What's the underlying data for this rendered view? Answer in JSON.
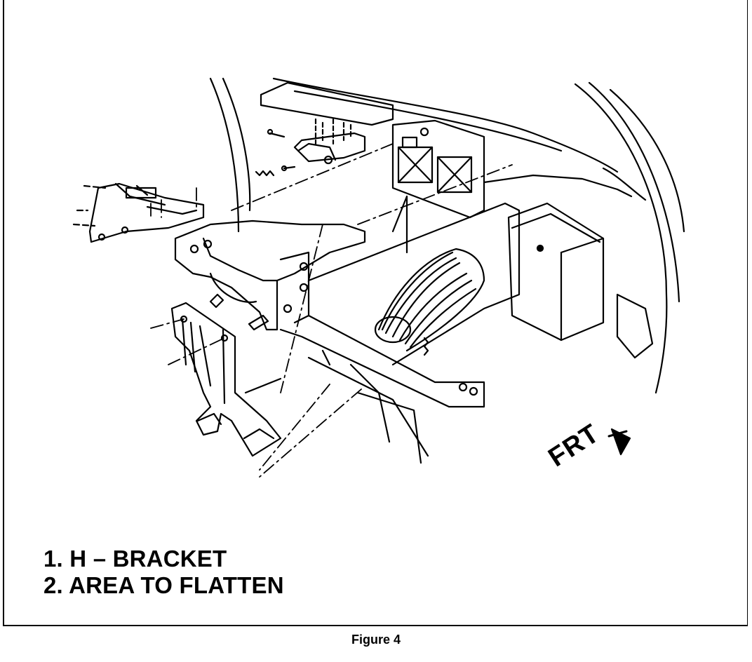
{
  "figure": {
    "caption": "Figure 4",
    "direction_label": "FRT"
  },
  "legend": {
    "items": [
      "1. H – BRACKET",
      "2. AREA TO FLATTEN"
    ]
  },
  "icons": {
    "direction_arrow": "front-direction-arrow-icon"
  }
}
